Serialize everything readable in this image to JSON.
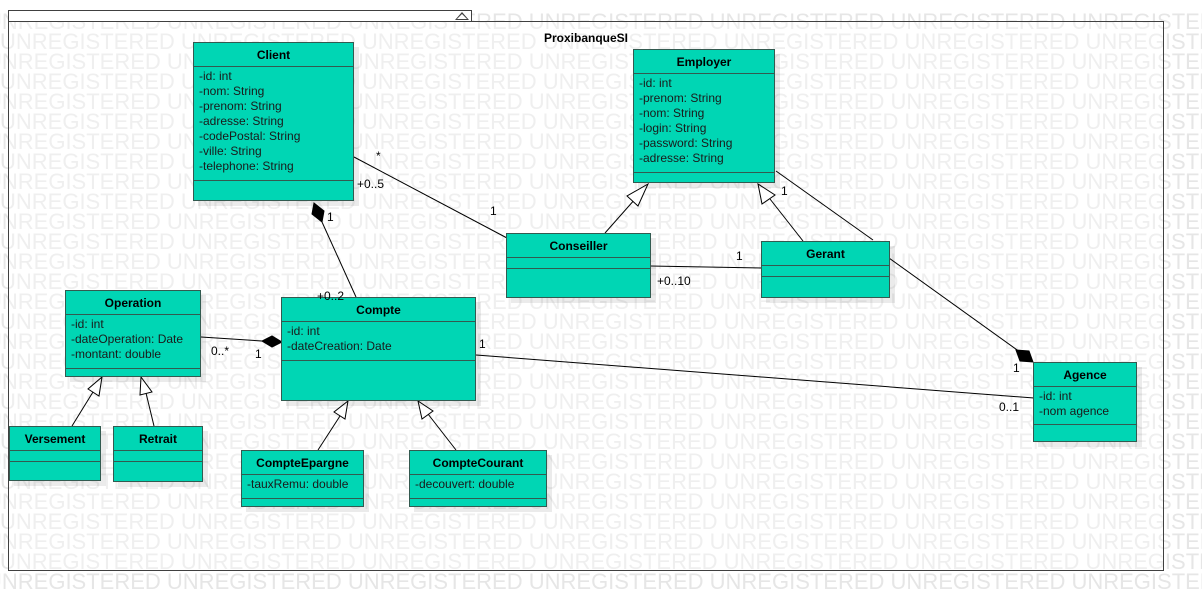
{
  "watermark": "UNREGISTERED",
  "package": {
    "name": "ProxibanqueSI"
  },
  "classes": {
    "client": {
      "name": "Client",
      "attributes": [
        "-id: int",
        "-nom: String",
        "-prenom: String",
        "-adresse: String",
        "-codePostal: String",
        "-ville: String",
        "-telephone: String"
      ]
    },
    "employer": {
      "name": "Employer",
      "attributes": [
        "-id: int",
        "-prenom: String",
        "-nom: String",
        "-login: String",
        "-password: String",
        "-adresse: String"
      ]
    },
    "conseiller": {
      "name": "Conseiller",
      "attributes": []
    },
    "gerant": {
      "name": "Gerant",
      "attributes": []
    },
    "operation": {
      "name": "Operation",
      "attributes": [
        "-id: int",
        "-dateOperation: Date",
        "-montant: double"
      ]
    },
    "compte": {
      "name": "Compte",
      "attributes": [
        "-id: int",
        "-dateCreation: Date"
      ]
    },
    "versement": {
      "name": "Versement",
      "attributes": []
    },
    "retrait": {
      "name": "Retrait",
      "attributes": []
    },
    "compteepargne": {
      "name": "CompteEpargne",
      "attributes": [
        "-tauxRemu: double"
      ]
    },
    "comptecourant": {
      "name": "CompteCourant",
      "attributes": [
        "-decouvert: double"
      ]
    },
    "agence": {
      "name": "Agence",
      "attributes": [
        "-id: int",
        "-nom agence"
      ]
    }
  },
  "multiplicities": {
    "client_conseiller_star": "*",
    "client_conseiller_role": "+0..5",
    "conseiller_client_one": "1",
    "client_compte_one": "1",
    "compte_client_role": "+0..2",
    "conseiller_gerant_one": "1",
    "conseiller_gerant_role": "+0..10",
    "employer_gerant_one": "1",
    "agence_gerant_one": "1",
    "operation_compte_many": "0..*",
    "operation_compte_one": "1",
    "compte_agence_one": "1",
    "agence_compte_zero_one": "0..1"
  },
  "colors": {
    "class_fill": "#00d6b4",
    "class_border": "#335a50",
    "line": "#000000",
    "watermark": "#e6e6e6"
  }
}
